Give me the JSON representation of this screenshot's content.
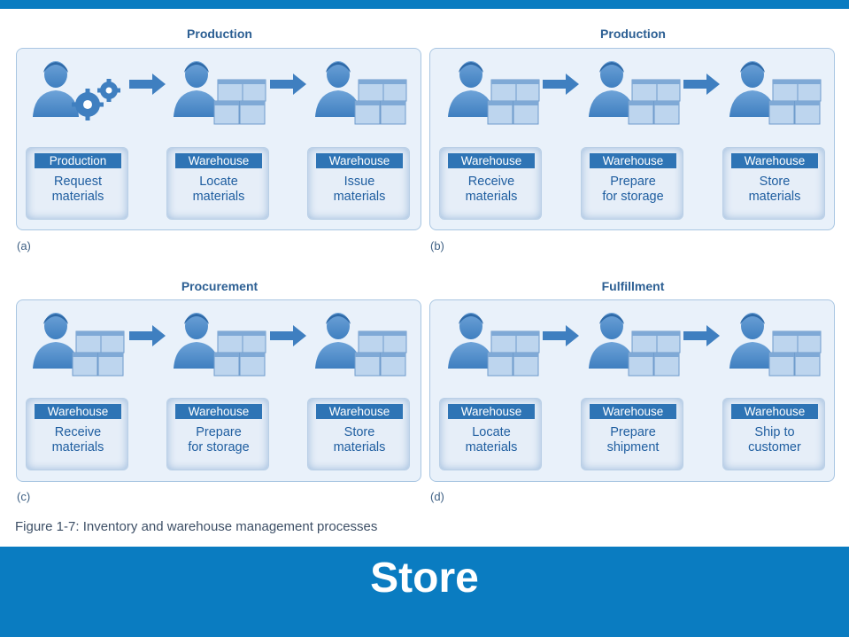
{
  "panels": [
    {
      "title": "Production",
      "label": "(a)",
      "steps": [
        {
          "role": "Production",
          "line1": "Request",
          "line2": "materials",
          "icon": "person-gears-icon"
        },
        {
          "role": "Warehouse",
          "line1": "Locate",
          "line2": "materials",
          "icon": "person-boxes-icon"
        },
        {
          "role": "Warehouse",
          "line1": "Issue",
          "line2": "materials",
          "icon": "person-boxes-icon"
        }
      ]
    },
    {
      "title": "Production",
      "label": "(b)",
      "steps": [
        {
          "role": "Warehouse",
          "line1": "Receive",
          "line2": "materials",
          "icon": "person-boxes-icon"
        },
        {
          "role": "Warehouse",
          "line1": "Prepare",
          "line2": "for storage",
          "icon": "person-boxes-icon"
        },
        {
          "role": "Warehouse",
          "line1": "Store",
          "line2": "materials",
          "icon": "person-boxes-icon"
        }
      ]
    },
    {
      "title": "Procurement",
      "label": "(c)",
      "steps": [
        {
          "role": "Warehouse",
          "line1": "Receive",
          "line2": "materials",
          "icon": "person-boxes-icon"
        },
        {
          "role": "Warehouse",
          "line1": "Prepare",
          "line2": "for storage",
          "icon": "person-boxes-icon"
        },
        {
          "role": "Warehouse",
          "line1": "Store",
          "line2": "materials",
          "icon": "person-boxes-icon"
        }
      ]
    },
    {
      "title": "Fulfillment",
      "label": "(d)",
      "steps": [
        {
          "role": "Warehouse",
          "line1": "Locate",
          "line2": "materials",
          "icon": "person-boxes-icon"
        },
        {
          "role": "Warehouse",
          "line1": "Prepare",
          "line2": "shipment",
          "icon": "person-boxes-icon"
        },
        {
          "role": "Warehouse",
          "line1": "Ship to",
          "line2": "customer",
          "icon": "person-boxes-icon"
        }
      ]
    }
  ],
  "caption": "Figure 1-7: Inventory and warehouse management processes",
  "footer": {
    "title": "Store"
  },
  "colors": {
    "accent": "#0a7cc1",
    "card_header": "#2e74b5",
    "icon_blue": "#3f7fc0",
    "panel_bg": "#e9f1fa"
  }
}
